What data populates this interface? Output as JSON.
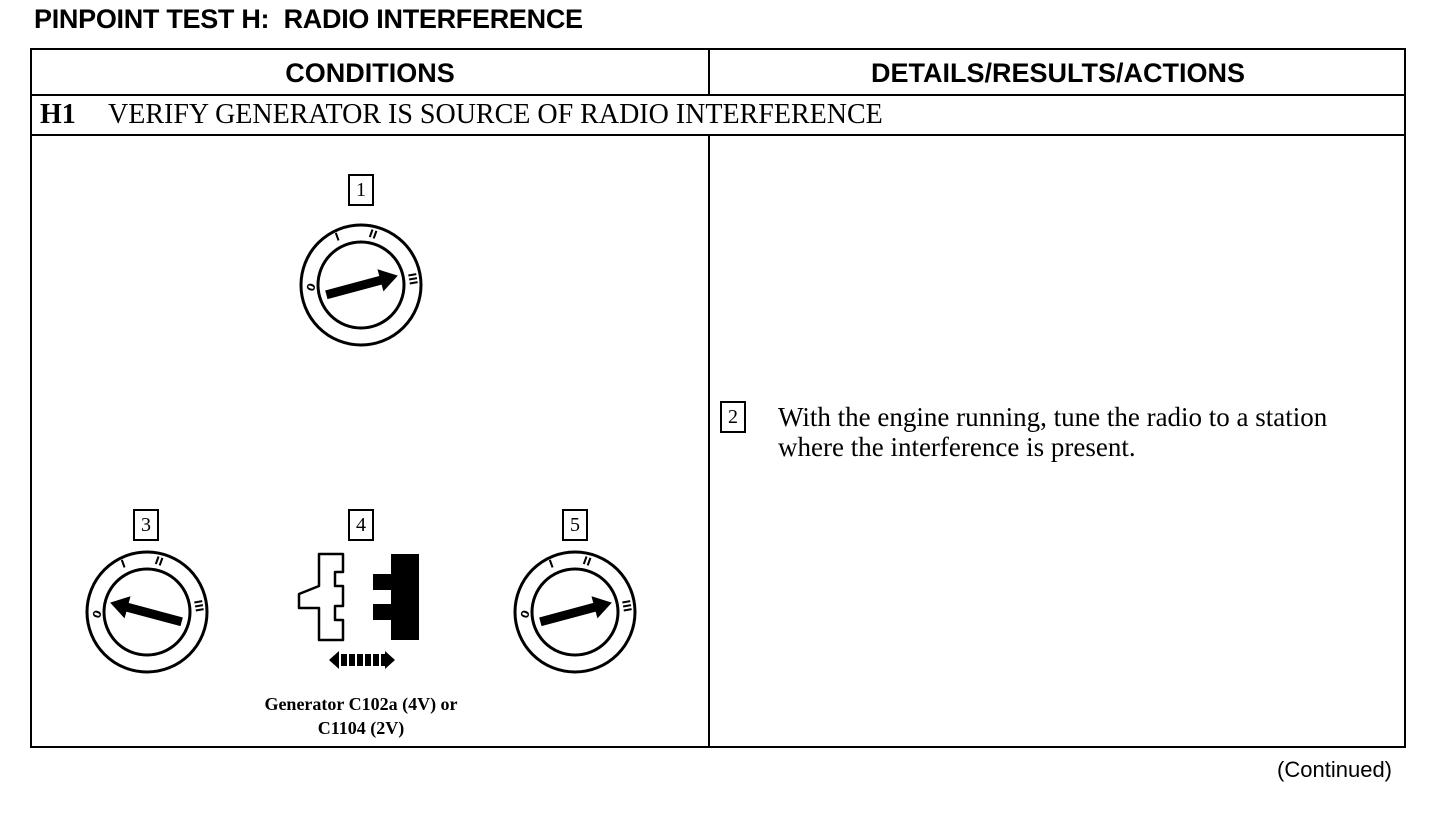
{
  "title": "PINPOINT TEST H:  RADIO INTERFERENCE",
  "table": {
    "headers": {
      "conditions": "CONDITIONS",
      "details": "DETAILS/RESULTS/ACTIONS"
    },
    "step": {
      "id": "H1",
      "text": "VERIFY GENERATOR IS SOURCE OF RADIO INTERFERENCE"
    }
  },
  "callouts": {
    "c1": "1",
    "c2": "2",
    "c3": "3",
    "c4": "4",
    "c5": "5"
  },
  "ignition_switch_icons": [
    {
      "callout": "1",
      "icon": "ignition-switch-icon",
      "position_label": "III"
    },
    {
      "callout": "3",
      "icon": "ignition-switch-icon",
      "position_label": "0"
    },
    {
      "callout": "5",
      "icon": "ignition-switch-icon",
      "position_label": "III"
    }
  ],
  "connector": {
    "icon": "connector-disconnect-icon",
    "caption_line1": "Generator C102a (4V) or",
    "caption_line2": "C1104 (2V)"
  },
  "instruction": {
    "line1": "With the engine running, tune the radio to a station",
    "line2": "where the interference is present."
  },
  "footer": {
    "continued": "(Continued)"
  }
}
